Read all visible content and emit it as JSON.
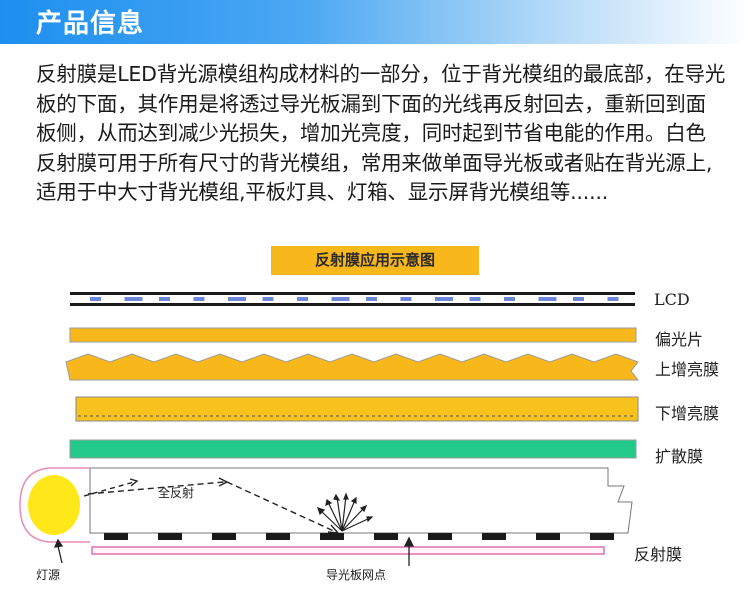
{
  "header": {
    "title": "产品信息"
  },
  "description": "反射膜是LED背光源模组构成材料的一部分，位于背光模组的最底部，在导光板的下面，其作用是将透过导光板漏到下面的光线再反射回去，重新回到面板侧，从而达到减少光损失，增加光亮度，同时起到节省电能的作用。白色反射膜可用于所有尺寸的背光模组，常用来做单面导光板或者贴在背光源上,适用于中大寸背光模组,平板灯具、灯箱、显示屏背光模组等......",
  "diagram": {
    "title": "反射膜应用示意图",
    "layers": {
      "lcd": "LCD",
      "polarizer": "偏光片",
      "upper_brightness_film": "上增亮膜",
      "lower_brightness_film": "下增亮膜",
      "diffuser": "扩散膜",
      "reflective_film": "反射膜"
    },
    "annotations": {
      "total_reflection": "全反射",
      "light_source": "灯源",
      "light_guide_dots": "导光板网点"
    },
    "colors": {
      "polarizer": "#f8b81c",
      "brightness_film": "#f8c21c",
      "diffuser": "#22c98a",
      "lcd_dots": "#6d86d8",
      "reflective_film_border": "#e070b0",
      "light_source": "#ffe81a"
    }
  }
}
